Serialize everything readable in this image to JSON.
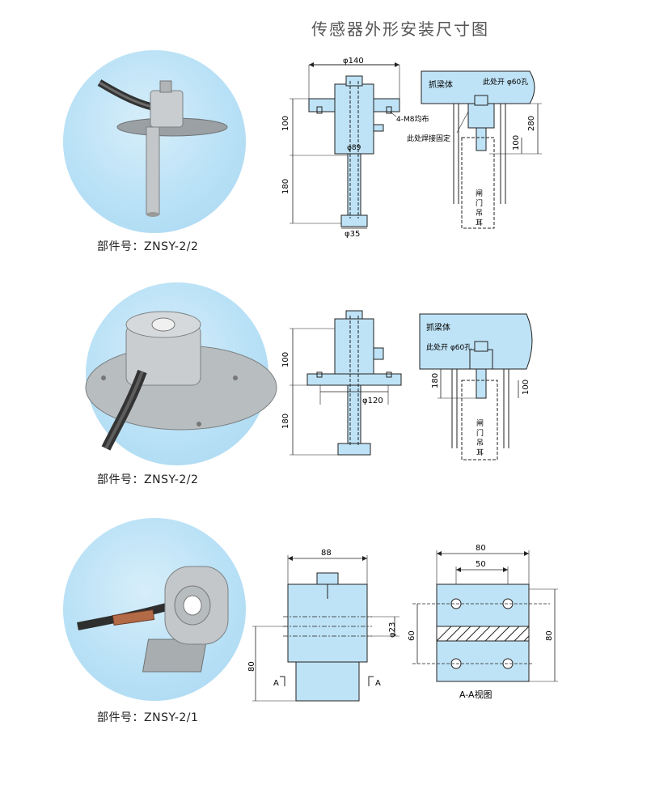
{
  "title": "传感器外形安装尺寸图",
  "sections": [
    {
      "part_label": "部件号：ZNSY-2/2",
      "front": {
        "top_dim": "φ140",
        "bottom_dim": "φ35",
        "center_dim": "φ89",
        "h_upper": "100",
        "h_lower": "180",
        "callout": "4-M8均布"
      },
      "side": {
        "beam": "抓梁体",
        "hole_note": "此处开 φ60孔",
        "weld_note": "此处焊接固定",
        "dim_a": "280",
        "dim_b": "100",
        "lug": [
          "闸",
          "门",
          "吊",
          "耳"
        ]
      }
    },
    {
      "part_label": "部件号：ZNSY-2/2",
      "front": {
        "flange_dim": "φ120",
        "h_upper": "100",
        "h_lower": "180"
      },
      "side": {
        "beam": "抓梁体",
        "hole_note": "此处开 φ60孔",
        "dim_a": "180",
        "dim_b": "100",
        "lug": [
          "闸",
          "门",
          "吊",
          "耳"
        ]
      }
    },
    {
      "part_label": "部件号：ZNSY-2/1",
      "front": {
        "width_dim": "88",
        "height_dim": "80",
        "hole_dim": "φ23",
        "section_left": "A",
        "section_right": "A"
      },
      "section_view": {
        "width_dim": "80",
        "inner_dim": "50",
        "left_dim": "60",
        "right_dim": "80",
        "caption": "A-A视图"
      }
    }
  ]
}
